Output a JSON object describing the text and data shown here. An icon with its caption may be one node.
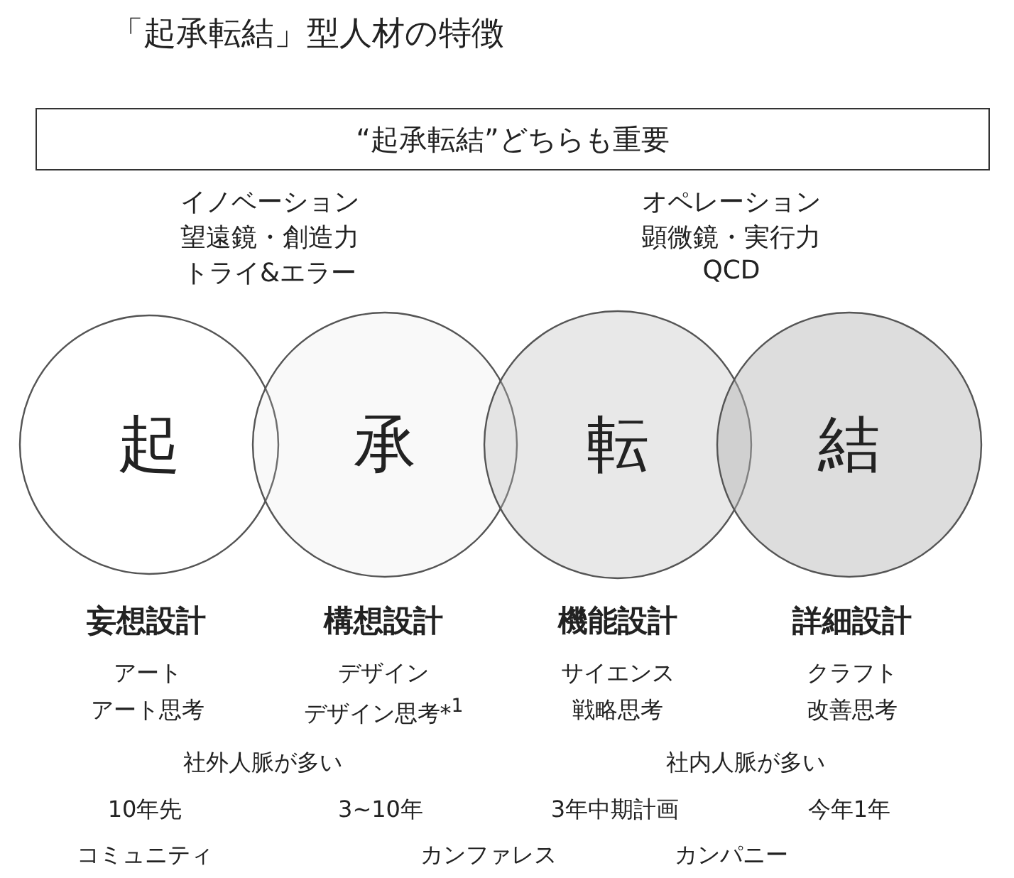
{
  "diagram": {
    "title": "「起承転結」型人材の特徴",
    "nodes": [
      {
        "text": [
          "“起承転結”どちらも重要"
        ]
      },
      {
        "text": [
          "起"
        ]
      },
      {
        "text": [
          "承"
        ]
      },
      {
        "text": [
          "転"
        ]
      },
      {
        "text": [
          "結"
        ]
      }
    ],
    "labels": [
      "イノベーション",
      "望遠鏡・創造力",
      "トライ&エラー",
      "オペレーション",
      "顕微鏡・実行力",
      "QCD",
      "妄想設計",
      "構想設計",
      "機能設計",
      "詳細設計",
      "アート",
      "デザイン",
      "サイエンス",
      "クラフト",
      "アート思考",
      "デザイン思考*$^{1}$",
      "戦略思考",
      "改善思考",
      "社外人脈が多い",
      "社内人脈が多い",
      "10年先",
      "3~10年",
      "3年中期計画",
      "今年1年",
      "コミュニティ",
      "カンファレス",
      "カンパニー"
    ]
  }
}
